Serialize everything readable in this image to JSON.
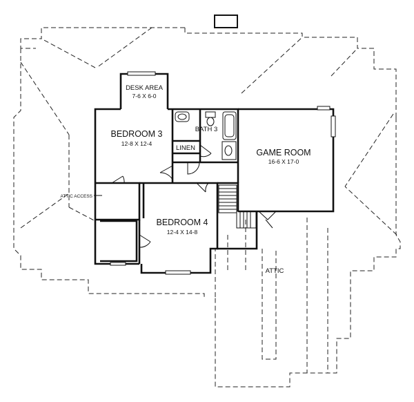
{
  "rooms": {
    "desk_area": {
      "name": "DESK AREA",
      "dims": "7-6 X 6-0"
    },
    "bedroom3": {
      "name": "BEDROOM 3",
      "dims": "12-8 X 12-4"
    },
    "bath3": {
      "name": "BATH 3"
    },
    "linen": {
      "name": "LINEN"
    },
    "game_room": {
      "name": "GAME ROOM",
      "dims": "16-6 X 17-0"
    },
    "bedroom4": {
      "name": "BEDROOM 4",
      "dims": "12-4 X 14-8"
    }
  },
  "labels": {
    "attic_access": "ATTIC ACCESS",
    "attic": "ATTIC"
  }
}
